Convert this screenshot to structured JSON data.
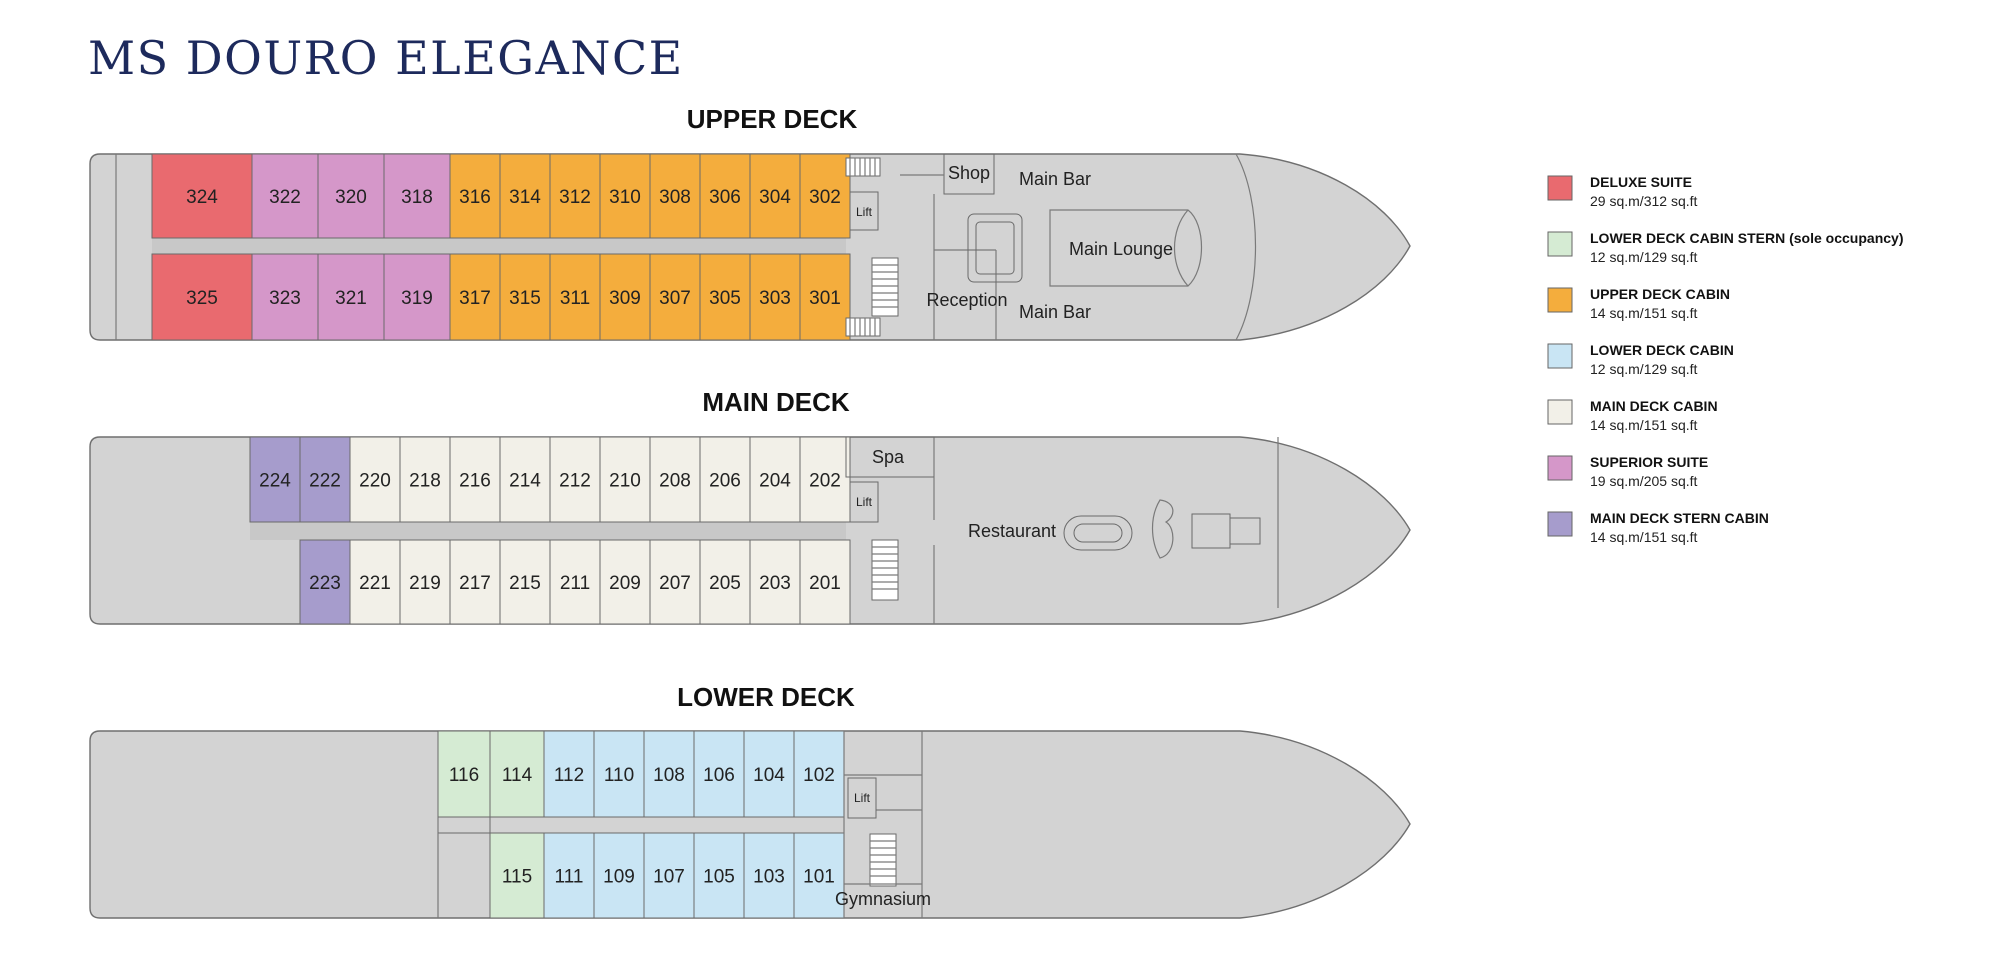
{
  "title": "MS DOURO ELEGANCE",
  "colors": {
    "deluxe_suite": "#e96a6f",
    "lower_stern": "#d5ebd3",
    "upper_cabin": "#f4ad3d",
    "lower_cabin": "#c9e5f4",
    "main_cabin": "#f2f0e8",
    "superior_suite": "#d597c9",
    "main_stern": "#a69ccc",
    "hull": "#d3d3d3",
    "title": "#1d2a5c"
  },
  "decks": {
    "upper": {
      "title": "UPPER DECK",
      "top_row": [
        {
          "num": "324",
          "cat": "deluxe_suite"
        },
        {
          "num": "322",
          "cat": "superior_suite"
        },
        {
          "num": "320",
          "cat": "superior_suite"
        },
        {
          "num": "318",
          "cat": "superior_suite"
        },
        {
          "num": "316",
          "cat": "upper_cabin"
        },
        {
          "num": "314",
          "cat": "upper_cabin"
        },
        {
          "num": "312",
          "cat": "upper_cabin"
        },
        {
          "num": "310",
          "cat": "upper_cabin"
        },
        {
          "num": "308",
          "cat": "upper_cabin"
        },
        {
          "num": "306",
          "cat": "upper_cabin"
        },
        {
          "num": "304",
          "cat": "upper_cabin"
        },
        {
          "num": "302",
          "cat": "upper_cabin"
        }
      ],
      "bottom_row": [
        {
          "num": "325",
          "cat": "deluxe_suite"
        },
        {
          "num": "323",
          "cat": "superior_suite"
        },
        {
          "num": "321",
          "cat": "superior_suite"
        },
        {
          "num": "319",
          "cat": "superior_suite"
        },
        {
          "num": "317",
          "cat": "upper_cabin"
        },
        {
          "num": "315",
          "cat": "upper_cabin"
        },
        {
          "num": "311",
          "cat": "upper_cabin"
        },
        {
          "num": "309",
          "cat": "upper_cabin"
        },
        {
          "num": "307",
          "cat": "upper_cabin"
        },
        {
          "num": "305",
          "cat": "upper_cabin"
        },
        {
          "num": "303",
          "cat": "upper_cabin"
        },
        {
          "num": "301",
          "cat": "upper_cabin"
        }
      ],
      "labels": {
        "shop": "Shop",
        "lift": "Lift",
        "main_bar_top": "Main Bar",
        "main_bar_bottom": "Main Bar",
        "main_lounge": "Main Lounge",
        "reception": "Reception"
      }
    },
    "main": {
      "title": "MAIN DECK",
      "top_row": [
        {
          "num": "224",
          "cat": "main_stern"
        },
        {
          "num": "222",
          "cat": "main_stern"
        },
        {
          "num": "220",
          "cat": "main_cabin"
        },
        {
          "num": "218",
          "cat": "main_cabin"
        },
        {
          "num": "216",
          "cat": "main_cabin"
        },
        {
          "num": "214",
          "cat": "main_cabin"
        },
        {
          "num": "212",
          "cat": "main_cabin"
        },
        {
          "num": "210",
          "cat": "main_cabin"
        },
        {
          "num": "208",
          "cat": "main_cabin"
        },
        {
          "num": "206",
          "cat": "main_cabin"
        },
        {
          "num": "204",
          "cat": "main_cabin"
        },
        {
          "num": "202",
          "cat": "main_cabin"
        }
      ],
      "bottom_row": [
        {
          "num": "223",
          "cat": "main_stern"
        },
        {
          "num": "221",
          "cat": "main_cabin"
        },
        {
          "num": "219",
          "cat": "main_cabin"
        },
        {
          "num": "217",
          "cat": "main_cabin"
        },
        {
          "num": "215",
          "cat": "main_cabin"
        },
        {
          "num": "211",
          "cat": "main_cabin"
        },
        {
          "num": "209",
          "cat": "main_cabin"
        },
        {
          "num": "207",
          "cat": "main_cabin"
        },
        {
          "num": "205",
          "cat": "main_cabin"
        },
        {
          "num": "203",
          "cat": "main_cabin"
        },
        {
          "num": "201",
          "cat": "main_cabin"
        }
      ],
      "labels": {
        "spa": "Spa",
        "lift": "Lift",
        "restaurant": "Restaurant"
      }
    },
    "lower": {
      "title": "LOWER DECK",
      "top_row": [
        {
          "num": "116",
          "cat": "lower_stern"
        },
        {
          "num": "114",
          "cat": "lower_stern"
        },
        {
          "num": "112",
          "cat": "lower_cabin"
        },
        {
          "num": "110",
          "cat": "lower_cabin"
        },
        {
          "num": "108",
          "cat": "lower_cabin"
        },
        {
          "num": "106",
          "cat": "lower_cabin"
        },
        {
          "num": "104",
          "cat": "lower_cabin"
        },
        {
          "num": "102",
          "cat": "lower_cabin"
        }
      ],
      "bottom_row": [
        {
          "num": "115",
          "cat": "lower_stern"
        },
        {
          "num": "111",
          "cat": "lower_cabin"
        },
        {
          "num": "109",
          "cat": "lower_cabin"
        },
        {
          "num": "107",
          "cat": "lower_cabin"
        },
        {
          "num": "105",
          "cat": "lower_cabin"
        },
        {
          "num": "103",
          "cat": "lower_cabin"
        },
        {
          "num": "101",
          "cat": "lower_cabin"
        }
      ],
      "labels": {
        "lift": "Lift",
        "gymnasium": "Gymnasium"
      }
    }
  },
  "legend": [
    {
      "cat": "deluxe_suite",
      "title": "DELUXE SUITE",
      "size": "29 sq.m/312 sq.ft"
    },
    {
      "cat": "lower_stern",
      "title": "LOWER DECK CABIN STERN (sole occupancy)",
      "size": "12 sq.m/129 sq.ft"
    },
    {
      "cat": "upper_cabin",
      "title": "UPPER DECK CABIN",
      "size": "14 sq.m/151 sq.ft"
    },
    {
      "cat": "lower_cabin",
      "title": "LOWER DECK CABIN",
      "size": "12 sq.m/129 sq.ft"
    },
    {
      "cat": "main_cabin",
      "title": "MAIN DECK CABIN",
      "size": "14 sq.m/151 sq.ft"
    },
    {
      "cat": "superior_suite",
      "title": "SUPERIOR SUITE",
      "size": "19 sq.m/205 sq.ft"
    },
    {
      "cat": "main_stern",
      "title": "MAIN DECK STERN CABIN",
      "size": "14 sq.m/151 sq.ft"
    }
  ]
}
